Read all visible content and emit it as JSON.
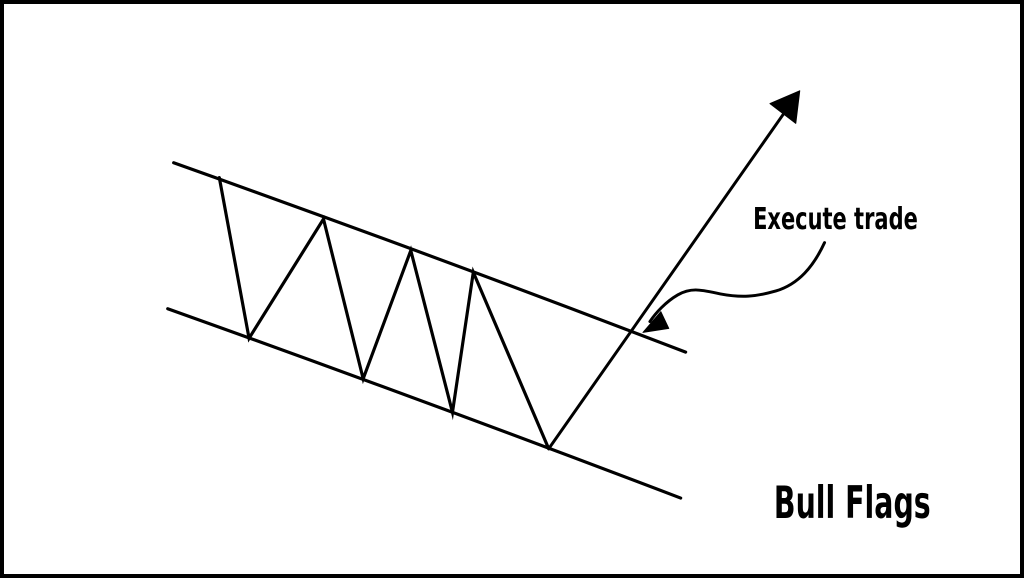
{
  "figure": {
    "title_label": "Bull Flags",
    "annotation_label": "Execute trade"
  },
  "colors": {
    "ink": "#000000",
    "background": "#ffffff",
    "border": "#000000"
  },
  "icons": {
    "breakout_arrowhead": "solid-triangle-pointing-up-right",
    "annotation_arrowhead": "solid-triangle-pointing-down-left"
  }
}
